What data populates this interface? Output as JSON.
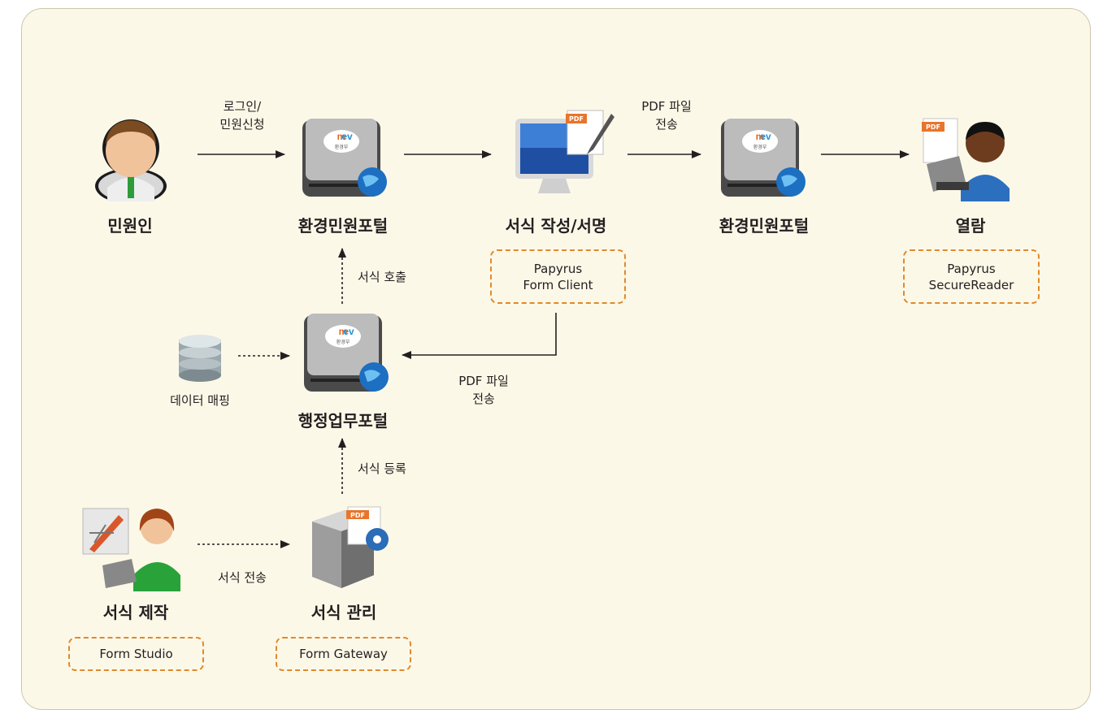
{
  "nodes": {
    "applicant": "민원인",
    "portal_1": "환경민원포털",
    "form_write": "서식 작성/서명",
    "portal_2": "환경민원포털",
    "view": "열람",
    "admin_portal": "행정업무포털",
    "form_make": "서식 제작",
    "form_manage": "서식 관리",
    "db": "데이터 매핑"
  },
  "products": {
    "form_client": [
      "Papyrus",
      "Form Client"
    ],
    "secure_reader": [
      "Papyrus",
      "SecureReader"
    ],
    "form_studio": "Form Studio",
    "form_gateway": "Form Gateway"
  },
  "edge_labels": {
    "login": [
      "로그인/",
      "민원신청"
    ],
    "pdf_send_top": [
      "PDF 파일",
      "전송"
    ],
    "form_call": "서식 호출",
    "pdf_send_mid": [
      "PDF 파일",
      "전송"
    ],
    "form_register": "서식 등록",
    "form_send": "서식 전송"
  },
  "icon_text": {
    "logo": "환경부",
    "pdf": "PDF"
  },
  "colors": {
    "panel_bg": "#fcf8e8",
    "dashed_border": "#e08a2c",
    "arrow": "#231f20",
    "pdf_badge": "#e8752b"
  }
}
